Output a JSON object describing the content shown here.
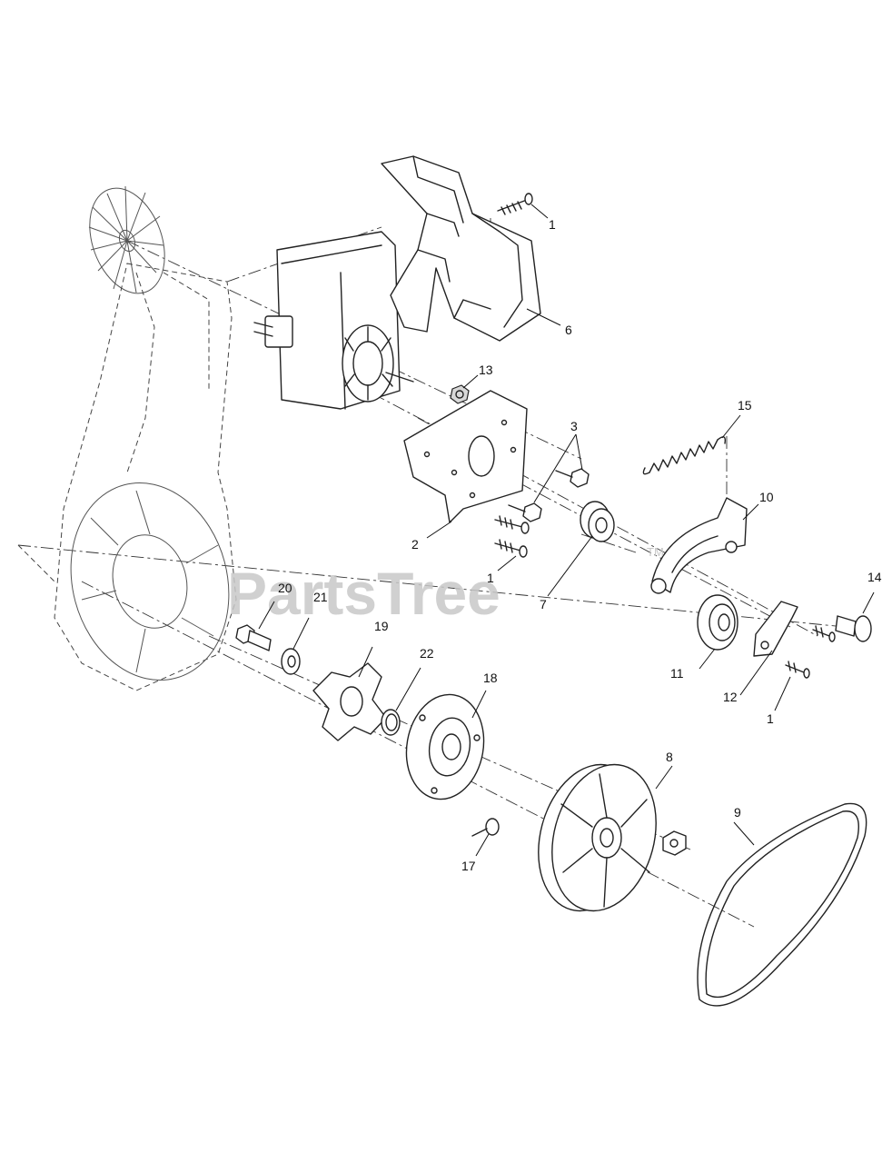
{
  "watermark": {
    "brand": "PartsTree",
    "trademark": "TM"
  },
  "callouts": [
    {
      "id": "1a",
      "label": "1"
    },
    {
      "id": "6",
      "label": "6"
    },
    {
      "id": "13",
      "label": "13"
    },
    {
      "id": "3",
      "label": "3"
    },
    {
      "id": "15",
      "label": "15"
    },
    {
      "id": "10",
      "label": "10"
    },
    {
      "id": "2",
      "label": "2"
    },
    {
      "id": "1b",
      "label": "1"
    },
    {
      "id": "7",
      "label": "7"
    },
    {
      "id": "14",
      "label": "14"
    },
    {
      "id": "20",
      "label": "20"
    },
    {
      "id": "21",
      "label": "21"
    },
    {
      "id": "19",
      "label": "19"
    },
    {
      "id": "22",
      "label": "22"
    },
    {
      "id": "18",
      "label": "18"
    },
    {
      "id": "11",
      "label": "11"
    },
    {
      "id": "12",
      "label": "12"
    },
    {
      "id": "1c",
      "label": "1"
    },
    {
      "id": "8",
      "label": "8"
    },
    {
      "id": "9",
      "label": "9"
    },
    {
      "id": "17",
      "label": "17"
    }
  ]
}
